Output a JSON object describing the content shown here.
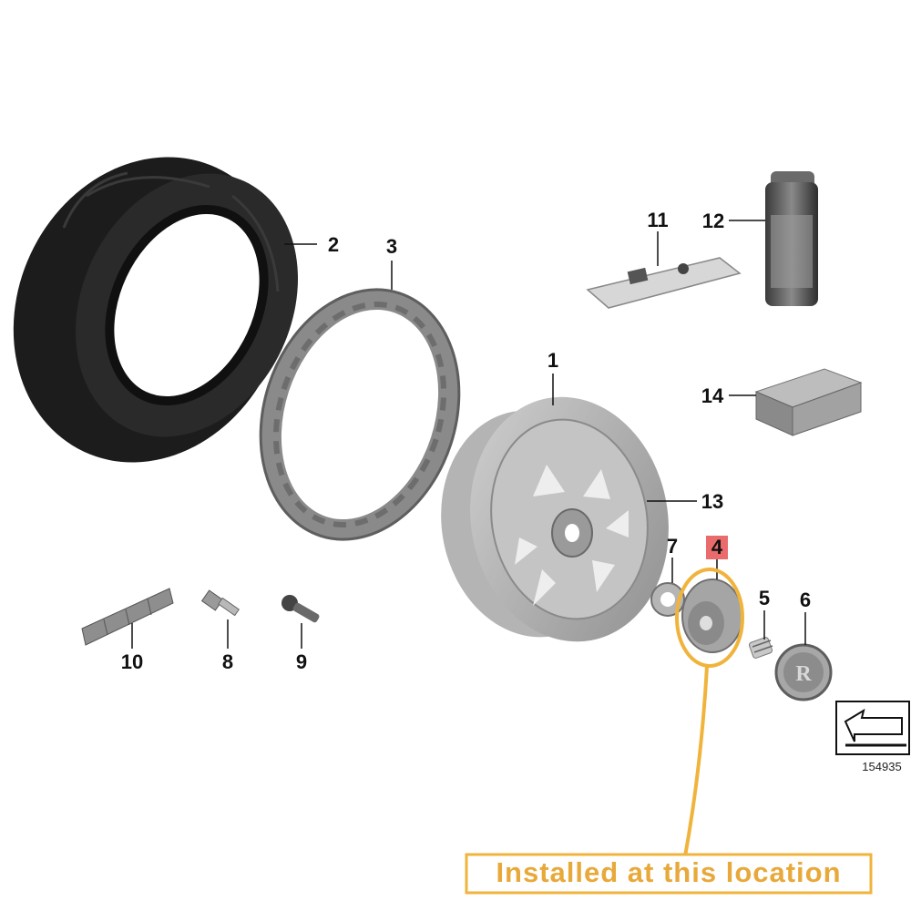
{
  "diagram": {
    "callouts": [
      {
        "id": "1",
        "label": "1"
      },
      {
        "id": "2",
        "label": "2"
      },
      {
        "id": "3",
        "label": "3"
      },
      {
        "id": "4",
        "label": "4"
      },
      {
        "id": "5",
        "label": "5"
      },
      {
        "id": "6",
        "label": "6"
      },
      {
        "id": "7",
        "label": "7"
      },
      {
        "id": "8",
        "label": "8"
      },
      {
        "id": "9",
        "label": "9"
      },
      {
        "id": "10",
        "label": "10"
      },
      {
        "id": "11",
        "label": "11"
      },
      {
        "id": "12",
        "label": "12"
      },
      {
        "id": "13",
        "label": "13"
      },
      {
        "id": "14",
        "label": "14"
      }
    ],
    "highlighted_part": "4",
    "reference_number": "154935",
    "install_note": "Installed at this location",
    "colors": {
      "highlight_box": "#e23a3a",
      "annotation": "#f0b43c",
      "tire": "#1c1c1c",
      "rim": "#a9a9a9",
      "ring": "#7f7f7f"
    },
    "icons": [
      "tire",
      "runflat-ring",
      "wheel-rim",
      "hub-cap",
      "spring",
      "emblem-cap",
      "valve",
      "bolt",
      "balance-weight",
      "repair-kit",
      "spray-can",
      "box",
      "next-page-arrow-icon"
    ]
  }
}
